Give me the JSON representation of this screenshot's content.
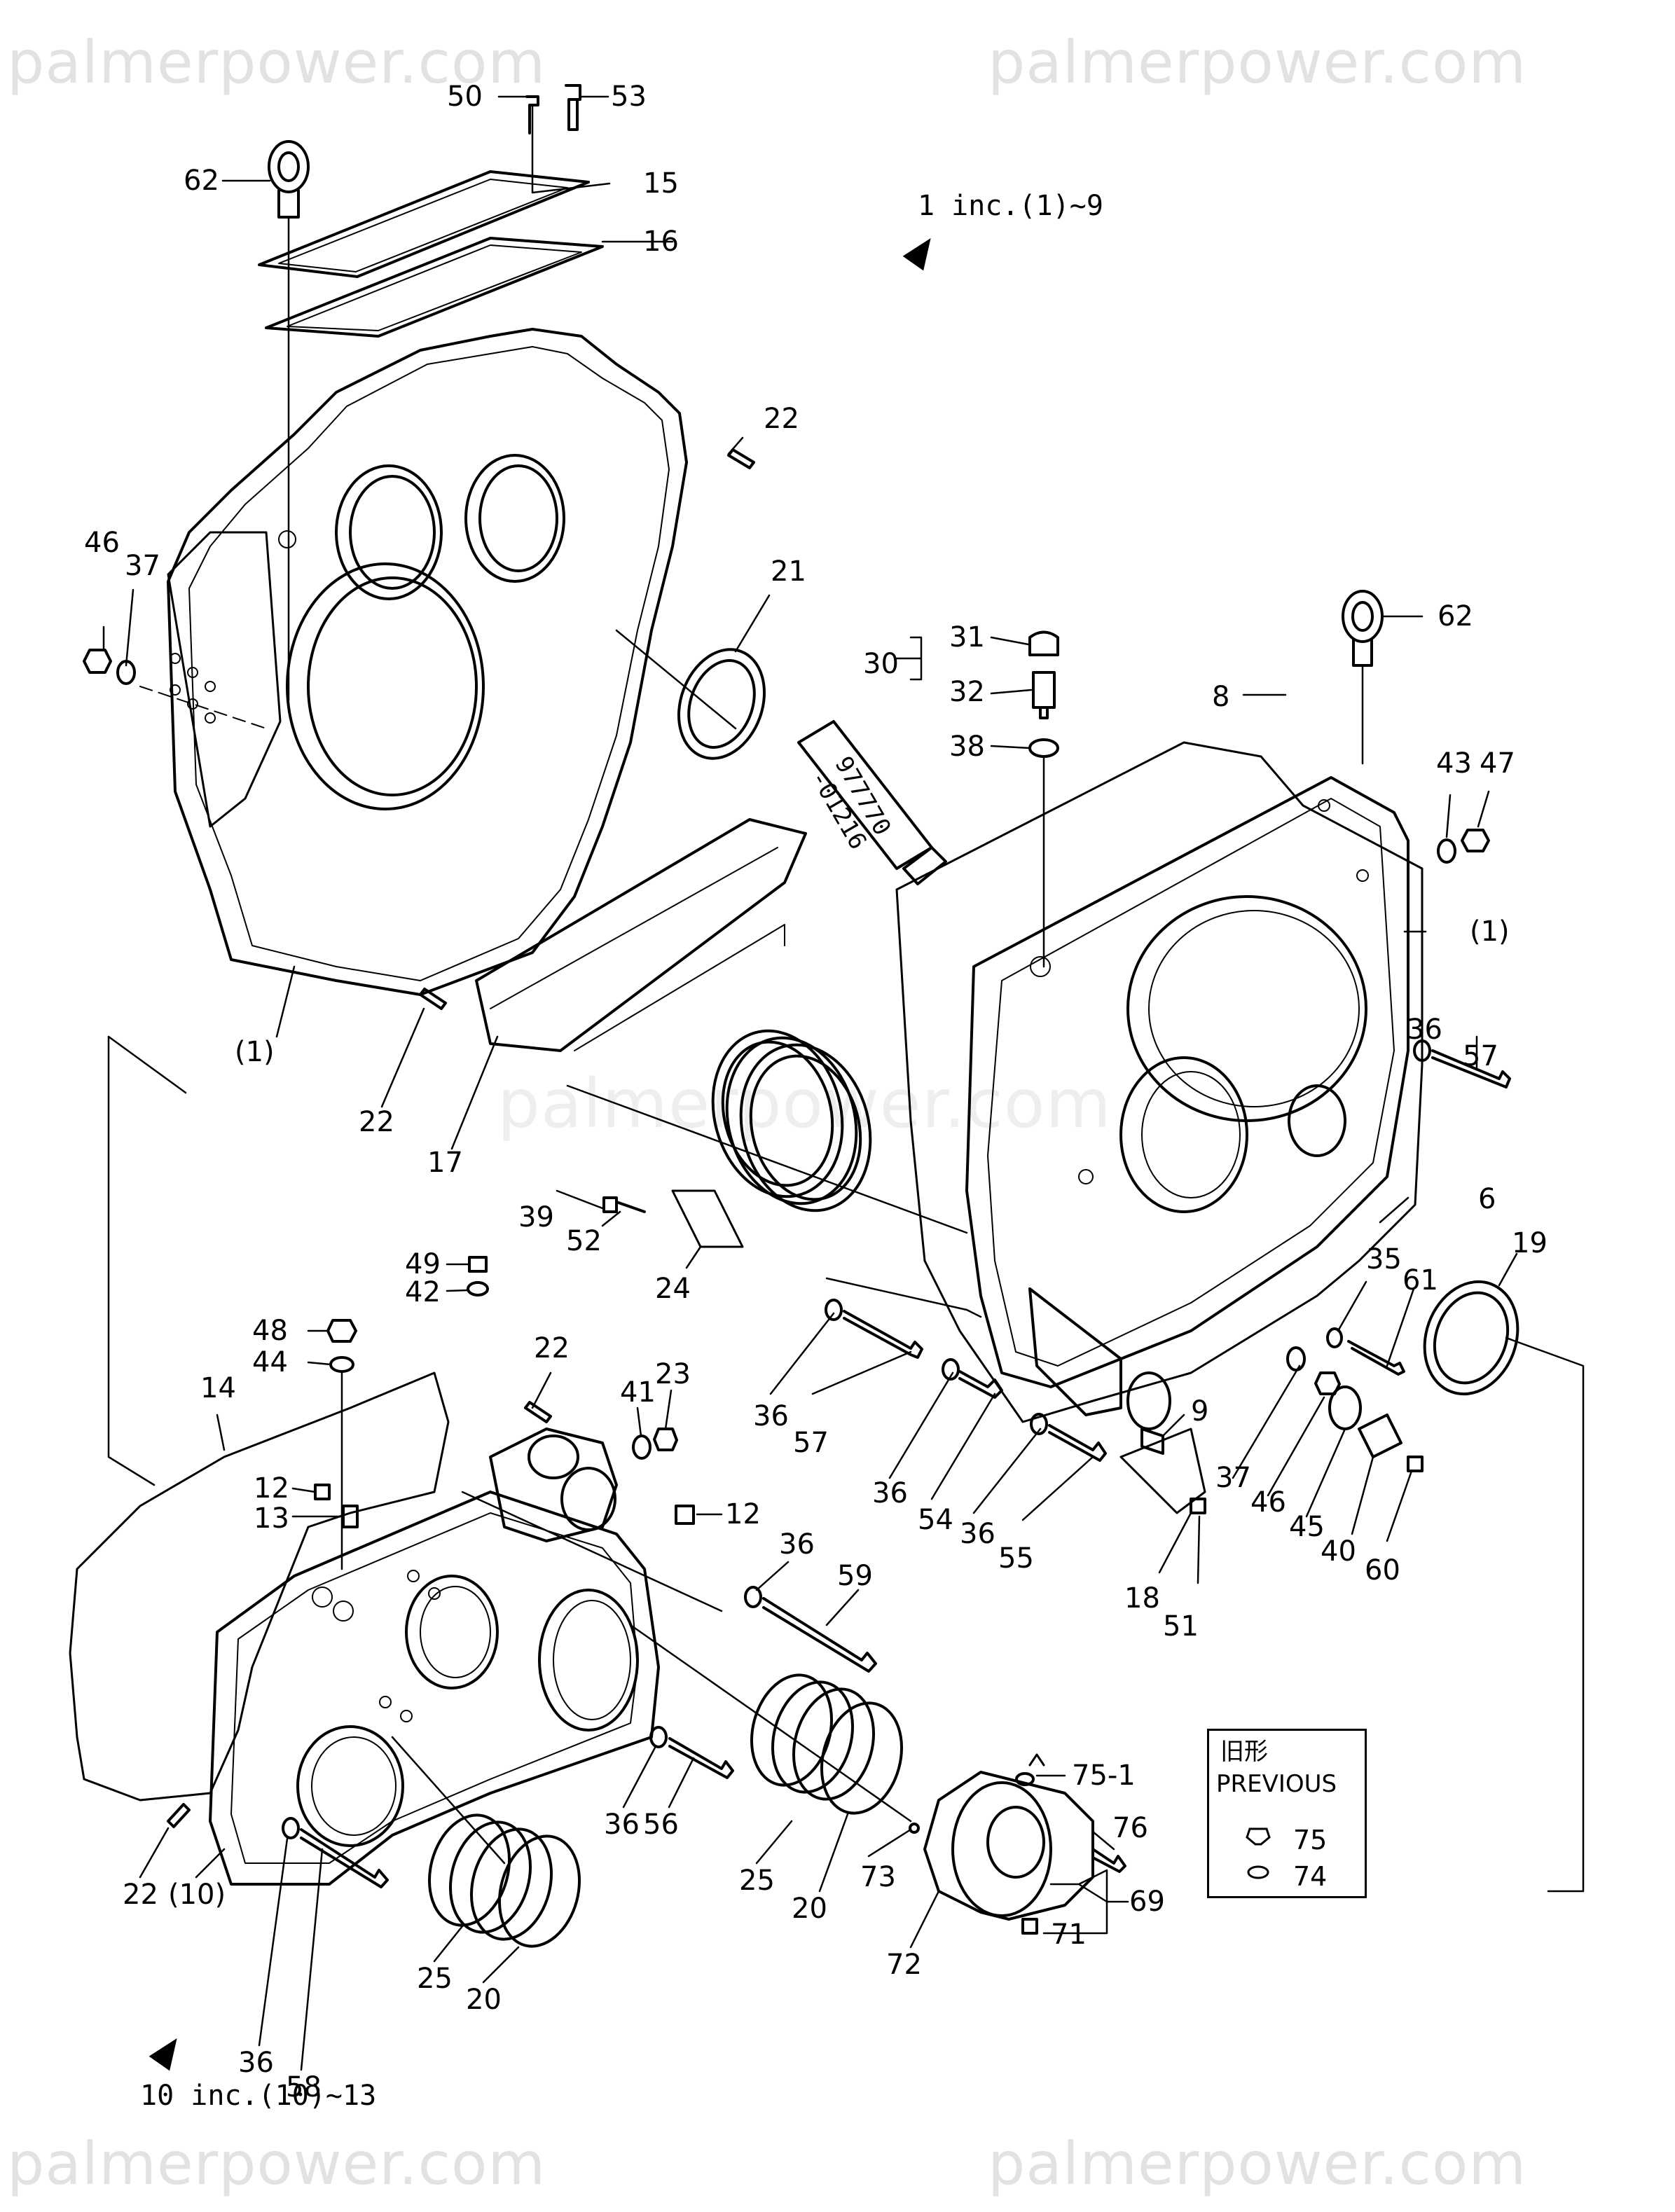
{
  "watermark": {
    "text": "palmerpower.com"
  },
  "notes": {
    "top": "1 inc.(1)~9",
    "bottom": "10 inc.(10)~13"
  },
  "tube_marking": {
    "line1": "977770",
    "line2": "-01216"
  },
  "legend": {
    "title": "旧形",
    "subtitle": "PREVIOUS",
    "items": [
      {
        "no": "75",
        "icon": "plug-icon"
      },
      {
        "no": "74",
        "icon": "o-ring-icon"
      }
    ]
  },
  "callouts": [
    {
      "id": "c50",
      "text": "50"
    },
    {
      "id": "c53",
      "text": "53"
    },
    {
      "id": "c62a",
      "text": "62"
    },
    {
      "id": "c15",
      "text": "15"
    },
    {
      "id": "c16",
      "text": "16"
    },
    {
      "id": "c22a",
      "text": "22"
    },
    {
      "id": "c46a",
      "text": "46"
    },
    {
      "id": "c37a",
      "text": "37"
    },
    {
      "id": "c21",
      "text": "21"
    },
    {
      "id": "c1a",
      "text": "(1)"
    },
    {
      "id": "c22b",
      "text": "22"
    },
    {
      "id": "c17",
      "text": "17"
    },
    {
      "id": "c39",
      "text": "39"
    },
    {
      "id": "c52",
      "text": "52"
    },
    {
      "id": "c24",
      "text": "24"
    },
    {
      "id": "c30",
      "text": "30"
    },
    {
      "id": "c31",
      "text": "31"
    },
    {
      "id": "c32",
      "text": "32"
    },
    {
      "id": "c38",
      "text": "38"
    },
    {
      "id": "c62b",
      "text": "62"
    },
    {
      "id": "c8",
      "text": "8"
    },
    {
      "id": "c43",
      "text": "43"
    },
    {
      "id": "c47",
      "text": "47"
    },
    {
      "id": "c1b",
      "text": "(1)"
    },
    {
      "id": "c36a",
      "text": "36"
    },
    {
      "id": "c57a",
      "text": "57"
    },
    {
      "id": "c6",
      "text": "6"
    },
    {
      "id": "c19",
      "text": "19"
    },
    {
      "id": "c35",
      "text": "35"
    },
    {
      "id": "c61",
      "text": "61"
    },
    {
      "id": "c36b",
      "text": "36"
    },
    {
      "id": "c57b",
      "text": "57"
    },
    {
      "id": "c36c",
      "text": "36"
    },
    {
      "id": "c54",
      "text": "54"
    },
    {
      "id": "c36d",
      "text": "36"
    },
    {
      "id": "c55",
      "text": "55"
    },
    {
      "id": "c9",
      "text": "9"
    },
    {
      "id": "c37b",
      "text": "37"
    },
    {
      "id": "c46b",
      "text": "46"
    },
    {
      "id": "c45",
      "text": "45"
    },
    {
      "id": "c40",
      "text": "40"
    },
    {
      "id": "c60",
      "text": "60"
    },
    {
      "id": "c18",
      "text": "18"
    },
    {
      "id": "c51",
      "text": "51"
    },
    {
      "id": "c49",
      "text": "49"
    },
    {
      "id": "c42",
      "text": "42"
    },
    {
      "id": "c48",
      "text": "48"
    },
    {
      "id": "c44",
      "text": "44"
    },
    {
      "id": "c22c",
      "text": "22"
    },
    {
      "id": "c41",
      "text": "41"
    },
    {
      "id": "c23",
      "text": "23"
    },
    {
      "id": "c14",
      "text": "14"
    },
    {
      "id": "c12a",
      "text": "12"
    },
    {
      "id": "c13",
      "text": "13"
    },
    {
      "id": "c12b",
      "text": "12"
    },
    {
      "id": "c36e",
      "text": "36"
    },
    {
      "id": "c59",
      "text": "59"
    },
    {
      "id": "c36f",
      "text": "36"
    },
    {
      "id": "c56",
      "text": "56"
    },
    {
      "id": "c25a",
      "text": "25"
    },
    {
      "id": "c20a",
      "text": "20"
    },
    {
      "id": "c73",
      "text": "73"
    },
    {
      "id": "c72",
      "text": "72"
    },
    {
      "id": "c751",
      "text": "75-1"
    },
    {
      "id": "c76",
      "text": "76"
    },
    {
      "id": "c69",
      "text": "69"
    },
    {
      "id": "c71",
      "text": "71"
    },
    {
      "id": "c22d",
      "text": "22"
    },
    {
      "id": "c10",
      "text": "(10)"
    },
    {
      "id": "c36g",
      "text": "36"
    },
    {
      "id": "c58",
      "text": "58"
    },
    {
      "id": "c25b",
      "text": "25"
    },
    {
      "id": "c20b",
      "text": "20"
    }
  ]
}
